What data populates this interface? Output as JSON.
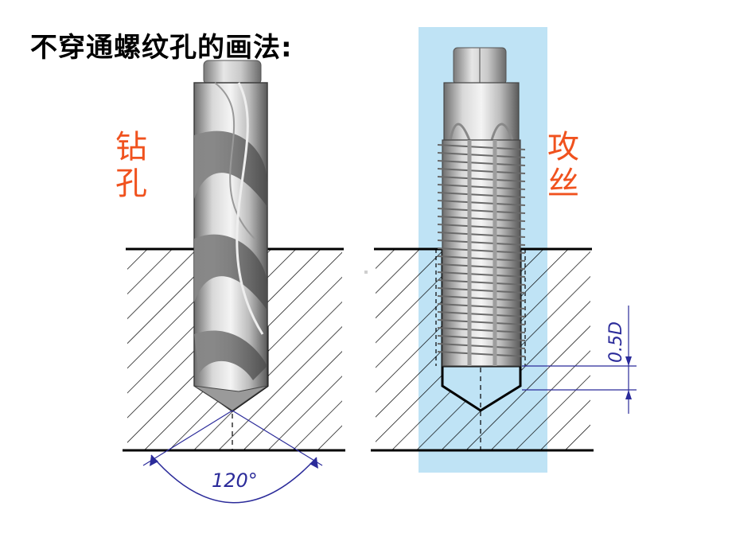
{
  "title": "不穿通螺纹孔的画法:",
  "labels": {
    "drilling_char1": "钻",
    "drilling_char2": "孔",
    "tapping_char1": "攻",
    "tapping_char2": "丝"
  },
  "dimensions": {
    "angle": "120°",
    "depth": "0.5D"
  },
  "colors": {
    "label": "#f0521e",
    "dimension": "#2b2b9a",
    "highlight": "#bfe3f5",
    "hatch": "#000000"
  }
}
